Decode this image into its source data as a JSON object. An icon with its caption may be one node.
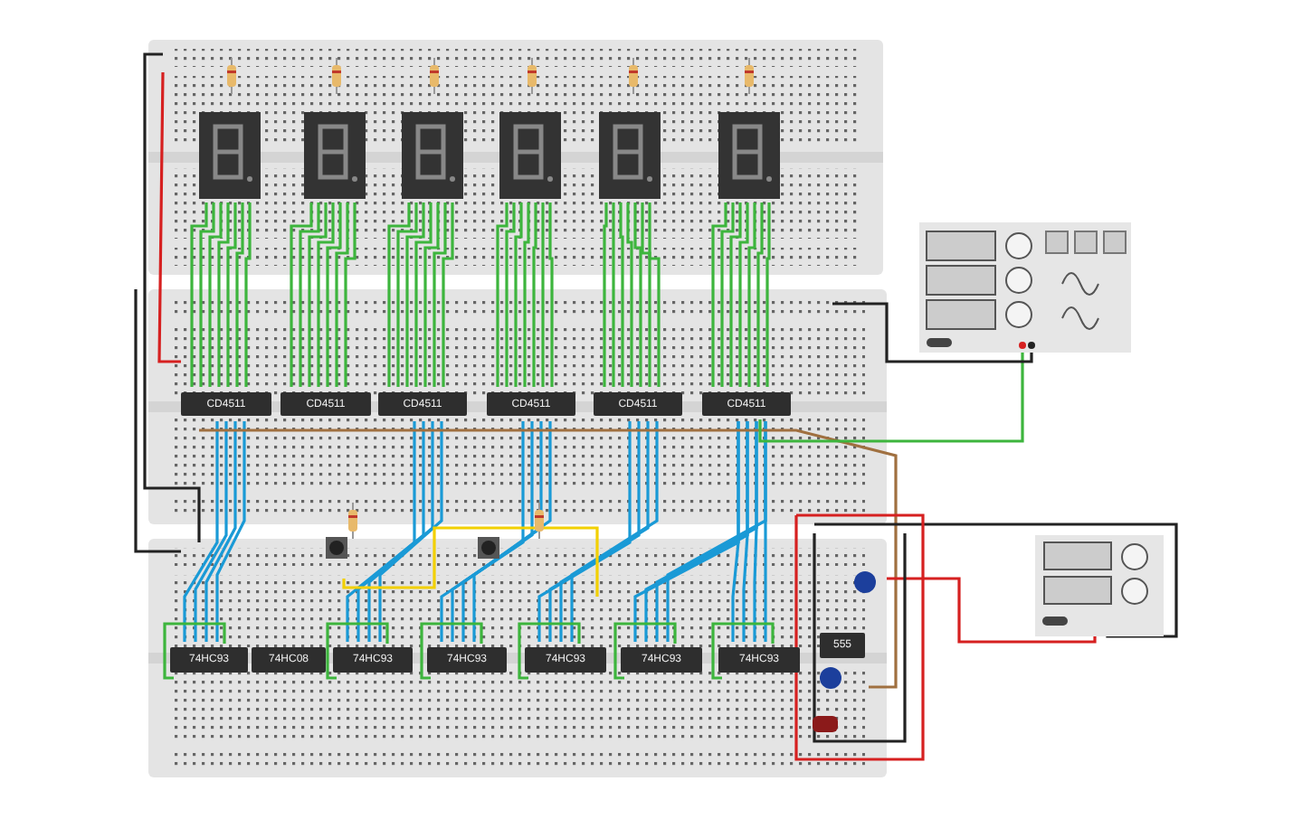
{
  "diagram": {
    "nodes": [
      {
        "text": [
          "CD4511"
        ]
      },
      {
        "text": [
          "CD4511"
        ]
      },
      {
        "text": [
          "CD4511"
        ]
      },
      {
        "text": [
          "CD4511"
        ]
      },
      {
        "text": [
          "CD4511"
        ]
      },
      {
        "text": [
          "CD4511"
        ]
      },
      {
        "text": [
          "74HC93"
        ]
      },
      {
        "text": [
          "74HC08"
        ]
      },
      {
        "text": [
          "74HC93"
        ]
      },
      {
        "text": [
          "74HC93"
        ]
      },
      {
        "text": [
          "74HC93"
        ]
      },
      {
        "text": [
          "74HC93"
        ]
      },
      {
        "text": [
          "74HC93"
        ]
      },
      {
        "text": [
          "555"
        ]
      }
    ]
  }
}
